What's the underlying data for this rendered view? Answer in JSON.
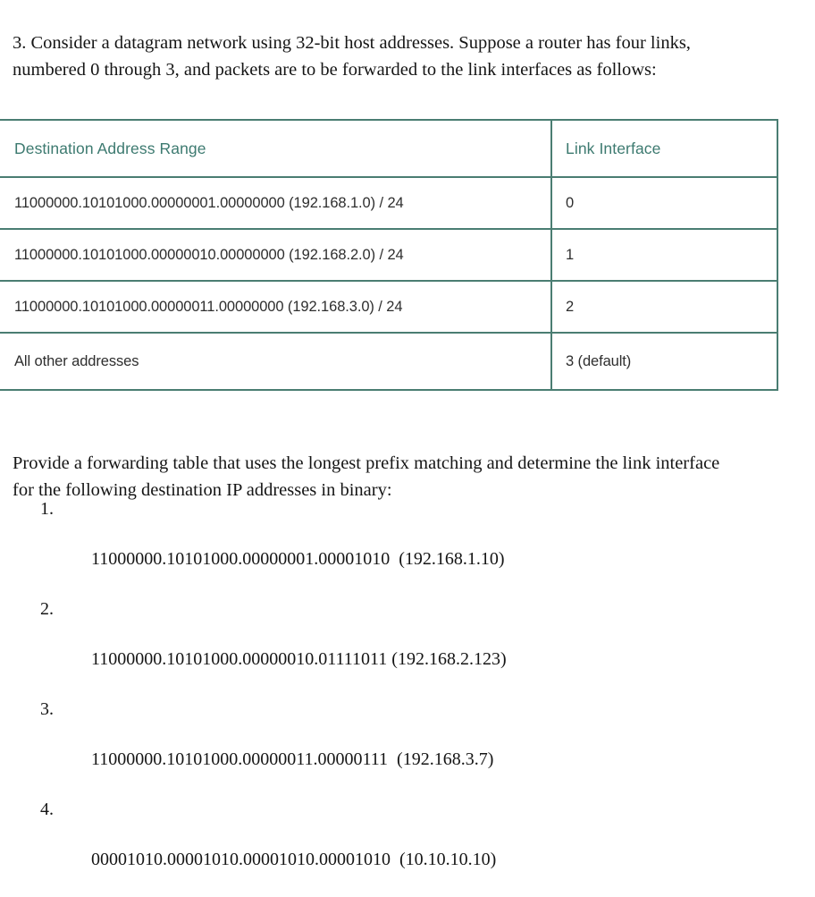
{
  "question": {
    "intro": "3. Consider a datagram network using 32-bit host addresses. Suppose a router has four links, numbered 0 through 3, and packets are to be forwarded to the link interfaces as follows:",
    "prompt": "Provide a forwarding table that uses the longest prefix matching and determine the link interface for the following destination IP addresses in binary:"
  },
  "table": {
    "headers": [
      "Destination Address Range",
      "Link Interface"
    ],
    "rows": [
      {
        "range": "11000000.10101000.00000001.00000000 (192.168.1.0) / 24",
        "interface": "0"
      },
      {
        "range": "11000000.10101000.00000010.00000000 (192.168.2.0) / 24",
        "interface": "1"
      },
      {
        "range": "11000000.10101000.00000011.00000000 (192.168.3.0) / 24",
        "interface": "2"
      },
      {
        "range": "All other addresses",
        "interface": "3 (default)"
      }
    ]
  },
  "address_list": [
    {
      "marker": "1.",
      "text": "11000000.10101000.00000001.00001010  (192.168.1.10)"
    },
    {
      "marker": "2.",
      "text": "11000000.10101000.00000010.01111011 (192.168.2.123)"
    },
    {
      "marker": "3.",
      "text": "11000000.10101000.00000011.00000111  (192.168.3.7)"
    },
    {
      "marker": "4.",
      "text": "00001010.00001010.00001010.00001010  (10.10.10.10)"
    }
  ],
  "colors": {
    "table_border": "#4a7d72",
    "table_header_text": "#3d7a70",
    "table_body_text": "#2e2e2e",
    "body_text": "#151515"
  }
}
